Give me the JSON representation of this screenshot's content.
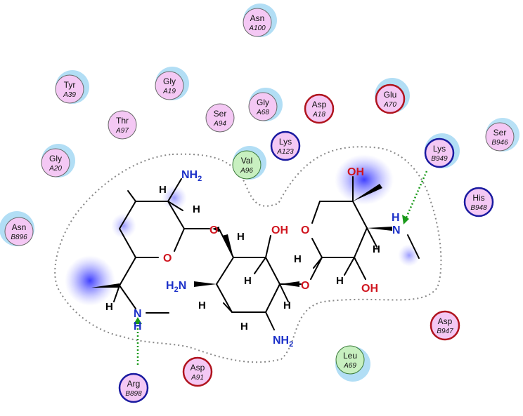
{
  "residues": [
    {
      "name": "Asn",
      "id": "A100",
      "type": "polar",
      "halo": true
    },
    {
      "name": "Tyr",
      "id": "A39",
      "type": "polar",
      "halo": true
    },
    {
      "name": "Gly",
      "id": "A19",
      "type": "polar",
      "halo": true
    },
    {
      "name": "Thr",
      "id": "A97",
      "type": "polar",
      "halo": false
    },
    {
      "name": "Ser",
      "id": "A94",
      "type": "polar",
      "halo": false
    },
    {
      "name": "Gly",
      "id": "A68",
      "type": "polar",
      "halo": true
    },
    {
      "name": "Asp",
      "id": "A18",
      "type": "acidic",
      "halo": false
    },
    {
      "name": "Glu",
      "id": "A70",
      "type": "acidic",
      "halo": true
    },
    {
      "name": "Ser",
      "id": "B946",
      "type": "polar",
      "halo": true
    },
    {
      "name": "Gly",
      "id": "A20",
      "type": "polar",
      "halo": true
    },
    {
      "name": "Lys",
      "id": "A123",
      "type": "basic",
      "halo": false
    },
    {
      "name": "Val",
      "id": "A96",
      "type": "hydrophobic",
      "halo": true
    },
    {
      "name": "Lys",
      "id": "B949",
      "type": "basic",
      "halo": true
    },
    {
      "name": "His",
      "id": "B948",
      "type": "basic",
      "halo": false
    },
    {
      "name": "Asn",
      "id": "B896",
      "type": "polar",
      "halo": true
    },
    {
      "name": "Asp",
      "id": "B947",
      "type": "acidic",
      "halo": false
    },
    {
      "name": "Asp",
      "id": "A91",
      "type": "acidic",
      "halo": false
    },
    {
      "name": "Leu",
      "id": "A69",
      "type": "hydrophobic",
      "halo": true
    },
    {
      "name": "Arg",
      "id": "B898",
      "type": "basic",
      "halo": false
    }
  ],
  "atoms": {
    "nh2_top": "NH",
    "nh2_top_sub": "2",
    "ring_o_left": "O",
    "glyco_o_left": "O",
    "oh_mid": "OH",
    "ring_o_right": "O",
    "oh_top_right": "OH",
    "nh_methyl_right_n": "N",
    "nh_methyl_right_h": "H",
    "glyco_o_right": "O",
    "oh_bottom_right": "OH",
    "h2n_mid": "H",
    "h2n_mid_sub": "2",
    "h2n_mid_n": "N",
    "nh2_bottom": "NH",
    "nh2_bottom_sub": "2",
    "nh_methyl_left_n": "N",
    "nh_methyl_left_h": "H",
    "hydrogen": "H"
  },
  "colors": {
    "polar_fill": "#f4c8f4",
    "polar_border": "#6a6a6a",
    "acidic_border": "#b0141e",
    "basic_border": "#1a1aa0",
    "hydrophobic_fill": "#c8f0c0",
    "hydrophobic_border": "#3a7a3a",
    "halo": "#7ec8ee",
    "exposure": "#3b3bff",
    "hbond": "#1a9a1a",
    "nitrogen": "#1a2fc8",
    "oxygen": "#d0141e",
    "contour": "#888888"
  }
}
